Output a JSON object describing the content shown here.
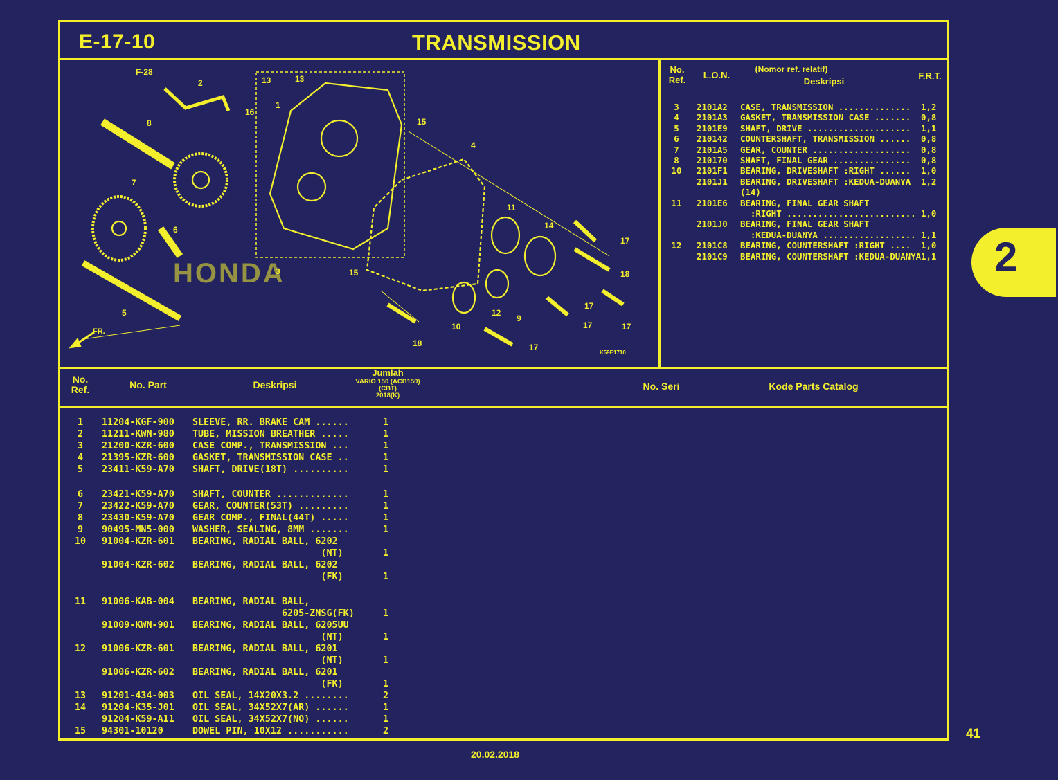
{
  "header": {
    "code": "E-17-10",
    "title": "TRANSMISSION"
  },
  "diagram": {
    "callouts": [
      "F-28",
      "2",
      "13",
      "13",
      "1",
      "16",
      "8",
      "15",
      "4",
      "7",
      "6",
      "3",
      "11",
      "14",
      "17",
      "15",
      "18",
      "5",
      "12",
      "9",
      "17",
      "10",
      "17",
      "17",
      "18",
      "17"
    ],
    "figure_code": "K59E1710",
    "watermark": "HONDA",
    "front_label": "FR."
  },
  "lon_table": {
    "headers": {
      "ref": "No.\nRef.",
      "lon": "L.O.N.",
      "desc_1": "(Nomor ref. relatif)",
      "desc_2": "Deskripsi",
      "frt": "F.R.T."
    },
    "rows": [
      {
        "ref": "3",
        "lon": "2101A2",
        "desc": "CASE, TRANSMISSION ..............",
        "frt": "1,2"
      },
      {
        "ref": "4",
        "lon": "2101A3",
        "desc": "GASKET, TRANSMISSION CASE .......",
        "frt": "0,8"
      },
      {
        "ref": "5",
        "lon": "2101E9",
        "desc": "SHAFT, DRIVE ....................",
        "frt": "1,1"
      },
      {
        "ref": "6",
        "lon": "210142",
        "desc": "COUNTERSHAFT, TRANSMISSION ......",
        "frt": "0,8"
      },
      {
        "ref": "7",
        "lon": "2101A5",
        "desc": "GEAR, COUNTER ...................",
        "frt": "0,8"
      },
      {
        "ref": "8",
        "lon": "210170",
        "desc": "SHAFT, FINAL GEAR ...............",
        "frt": "0,8"
      },
      {
        "ref": "10",
        "lon": "2101F1",
        "desc": "BEARING, DRIVESHAFT :RIGHT ......",
        "frt": "1,0"
      },
      {
        "ref": "",
        "lon": "2101J1",
        "desc": "BEARING, DRIVESHAFT :KEDUA-DUANYA",
        "frt": "1,2"
      },
      {
        "ref": "",
        "lon": "",
        "desc": "(14)",
        "frt": ""
      },
      {
        "ref": "11",
        "lon": "2101E6",
        "desc": "BEARING, FINAL GEAR SHAFT",
        "frt": ""
      },
      {
        "ref": "",
        "lon": "",
        "desc": "  :RIGHT .........................",
        "frt": "1,0"
      },
      {
        "ref": "",
        "lon": "2101J0",
        "desc": "BEARING, FINAL GEAR SHAFT",
        "frt": ""
      },
      {
        "ref": "",
        "lon": "",
        "desc": "  :KEDUA-DUANYA ..................",
        "frt": "1,1"
      },
      {
        "ref": "12",
        "lon": "2101C8",
        "desc": "BEARING, COUNTERSHAFT :RIGHT ....",
        "frt": "1,0"
      },
      {
        "ref": "",
        "lon": "2101C9",
        "desc": "BEARING, COUNTERSHAFT :KEDUA-DUANYA",
        "frt": "1,1"
      }
    ]
  },
  "side_tab": "2",
  "parts_table": {
    "headers": {
      "ref": "No.\nRef.",
      "part": "No. Part",
      "desc": "Deskripsi",
      "qty_title": "Jumlah",
      "qty_sub": "VARIO 150 (ACB150)\n(CBT)\n2018(K)",
      "serial": "No. Seri",
      "catalog": "Kode Parts Catalog"
    },
    "rows": [
      {
        "ref": "1",
        "part": "11204-KGF-900",
        "desc": "SLEEVE, RR. BRAKE CAM ......",
        "qty": "1"
      },
      {
        "ref": "2",
        "part": "11211-KWN-980",
        "desc": "TUBE, MISSION BREATHER .....",
        "qty": "1"
      },
      {
        "ref": "3",
        "part": "21200-KZR-600",
        "desc": "CASE COMP., TRANSMISSION ...",
        "qty": "1"
      },
      {
        "ref": "4",
        "part": "21395-KZR-600",
        "desc": "GASKET, TRANSMISSION CASE ..",
        "qty": "1"
      },
      {
        "ref": "5",
        "part": "23411-K59-A70",
        "desc": "SHAFT, DRIVE(18T) ..........",
        "qty": "1"
      },
      {
        "ref": "6",
        "part": "23421-K59-A70",
        "desc": "SHAFT, COUNTER .............",
        "qty": "1",
        "gap": true
      },
      {
        "ref": "7",
        "part": "23422-K59-A70",
        "desc": "GEAR, COUNTER(53T) .........",
        "qty": "1"
      },
      {
        "ref": "8",
        "part": "23430-K59-A70",
        "desc": "GEAR COMP., FINAL(44T) .....",
        "qty": "1"
      },
      {
        "ref": "9",
        "part": "90495-MN5-000",
        "desc": "WASHER, SEALING, 8MM .......",
        "qty": "1"
      },
      {
        "ref": "10",
        "part": "91004-KZR-601",
        "desc": "BEARING, RADIAL BALL, 6202",
        "qty": ""
      },
      {
        "ref": "",
        "part": "",
        "desc": "                       (NT)",
        "qty": "1"
      },
      {
        "ref": "",
        "part": "91004-KZR-602",
        "desc": "BEARING, RADIAL BALL, 6202",
        "qty": ""
      },
      {
        "ref": "",
        "part": "",
        "desc": "                       (FK)",
        "qty": "1"
      },
      {
        "ref": "11",
        "part": "91006-KAB-004",
        "desc": "BEARING, RADIAL BALL,",
        "qty": "",
        "gap": true
      },
      {
        "ref": "",
        "part": "",
        "desc": "                6205-ZNSG(FK)",
        "qty": "1"
      },
      {
        "ref": "",
        "part": "91009-KWN-901",
        "desc": "BEARING, RADIAL BALL, 6205UU",
        "qty": ""
      },
      {
        "ref": "",
        "part": "",
        "desc": "                       (NT)",
        "qty": "1"
      },
      {
        "ref": "12",
        "part": "91006-KZR-601",
        "desc": "BEARING, RADIAL BALL, 6201",
        "qty": ""
      },
      {
        "ref": "",
        "part": "",
        "desc": "                       (NT)",
        "qty": "1"
      },
      {
        "ref": "",
        "part": "91006-KZR-602",
        "desc": "BEARING, RADIAL BALL, 6201",
        "qty": ""
      },
      {
        "ref": "",
        "part": "",
        "desc": "                       (FK)",
        "qty": "1"
      },
      {
        "ref": "13",
        "part": "91201-434-003",
        "desc": "OIL SEAL, 14X20X3.2 ........",
        "qty": "2"
      },
      {
        "ref": "14",
        "part": "91204-K35-J01",
        "desc": "OIL SEAL, 34X52X7(AR) ......",
        "qty": "1"
      },
      {
        "ref": "",
        "part": "91204-K59-A11",
        "desc": "OIL SEAL, 34X52X7(NO) ......",
        "qty": "1"
      },
      {
        "ref": "15",
        "part": "94301-10120",
        "desc": "DOWEL PIN, 10X12 ...........",
        "qty": "2"
      }
    ]
  },
  "footer": {
    "page": "41",
    "date": "20.02.2018"
  },
  "colors": {
    "background": "#23235f",
    "ink": "#f4ef2c"
  }
}
